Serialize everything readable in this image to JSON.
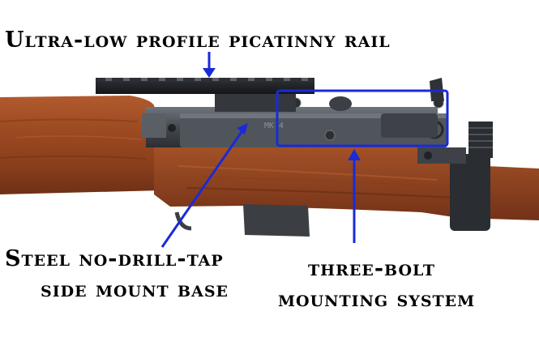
{
  "captions": {
    "rail": "Ultra-low profile picatinny rail",
    "base_line1": "Steel no-drill-tap",
    "base_line2": "side mount base",
    "bolt_line1": "three-bolt",
    "bolt_line2": "mounting system"
  },
  "engraving": "MK 4",
  "colors": {
    "annotation": "#1a2ad8",
    "wood": "#9a4a26",
    "steel": "#3a3f45",
    "background": "#ffffff"
  }
}
